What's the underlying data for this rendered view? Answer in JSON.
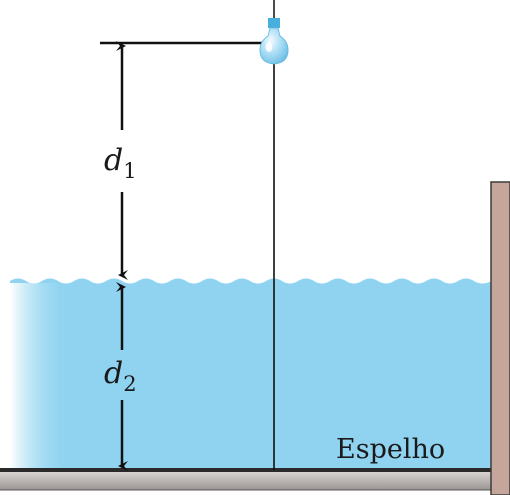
{
  "labels": {
    "d1": {
      "letter": "d",
      "subscript": "1"
    },
    "d2": {
      "letter": "d",
      "subscript": "2"
    },
    "mirror": "Espelho"
  },
  "colors": {
    "water": "#8fd3f0",
    "water_edge": "#ffffff",
    "mirror_floor": "#c9c5c2",
    "mirror_floor_dark": "#8f8a87",
    "wall": "#c4a79a",
    "wall_outline": "#3b3b3b",
    "line": "#111111",
    "bulb": "#9fd6f2",
    "bulb_highlight": "#e8f6fd",
    "bulb_cap": "#49b0dd"
  },
  "icons": {
    "bulb": "light-bulb-icon"
  }
}
